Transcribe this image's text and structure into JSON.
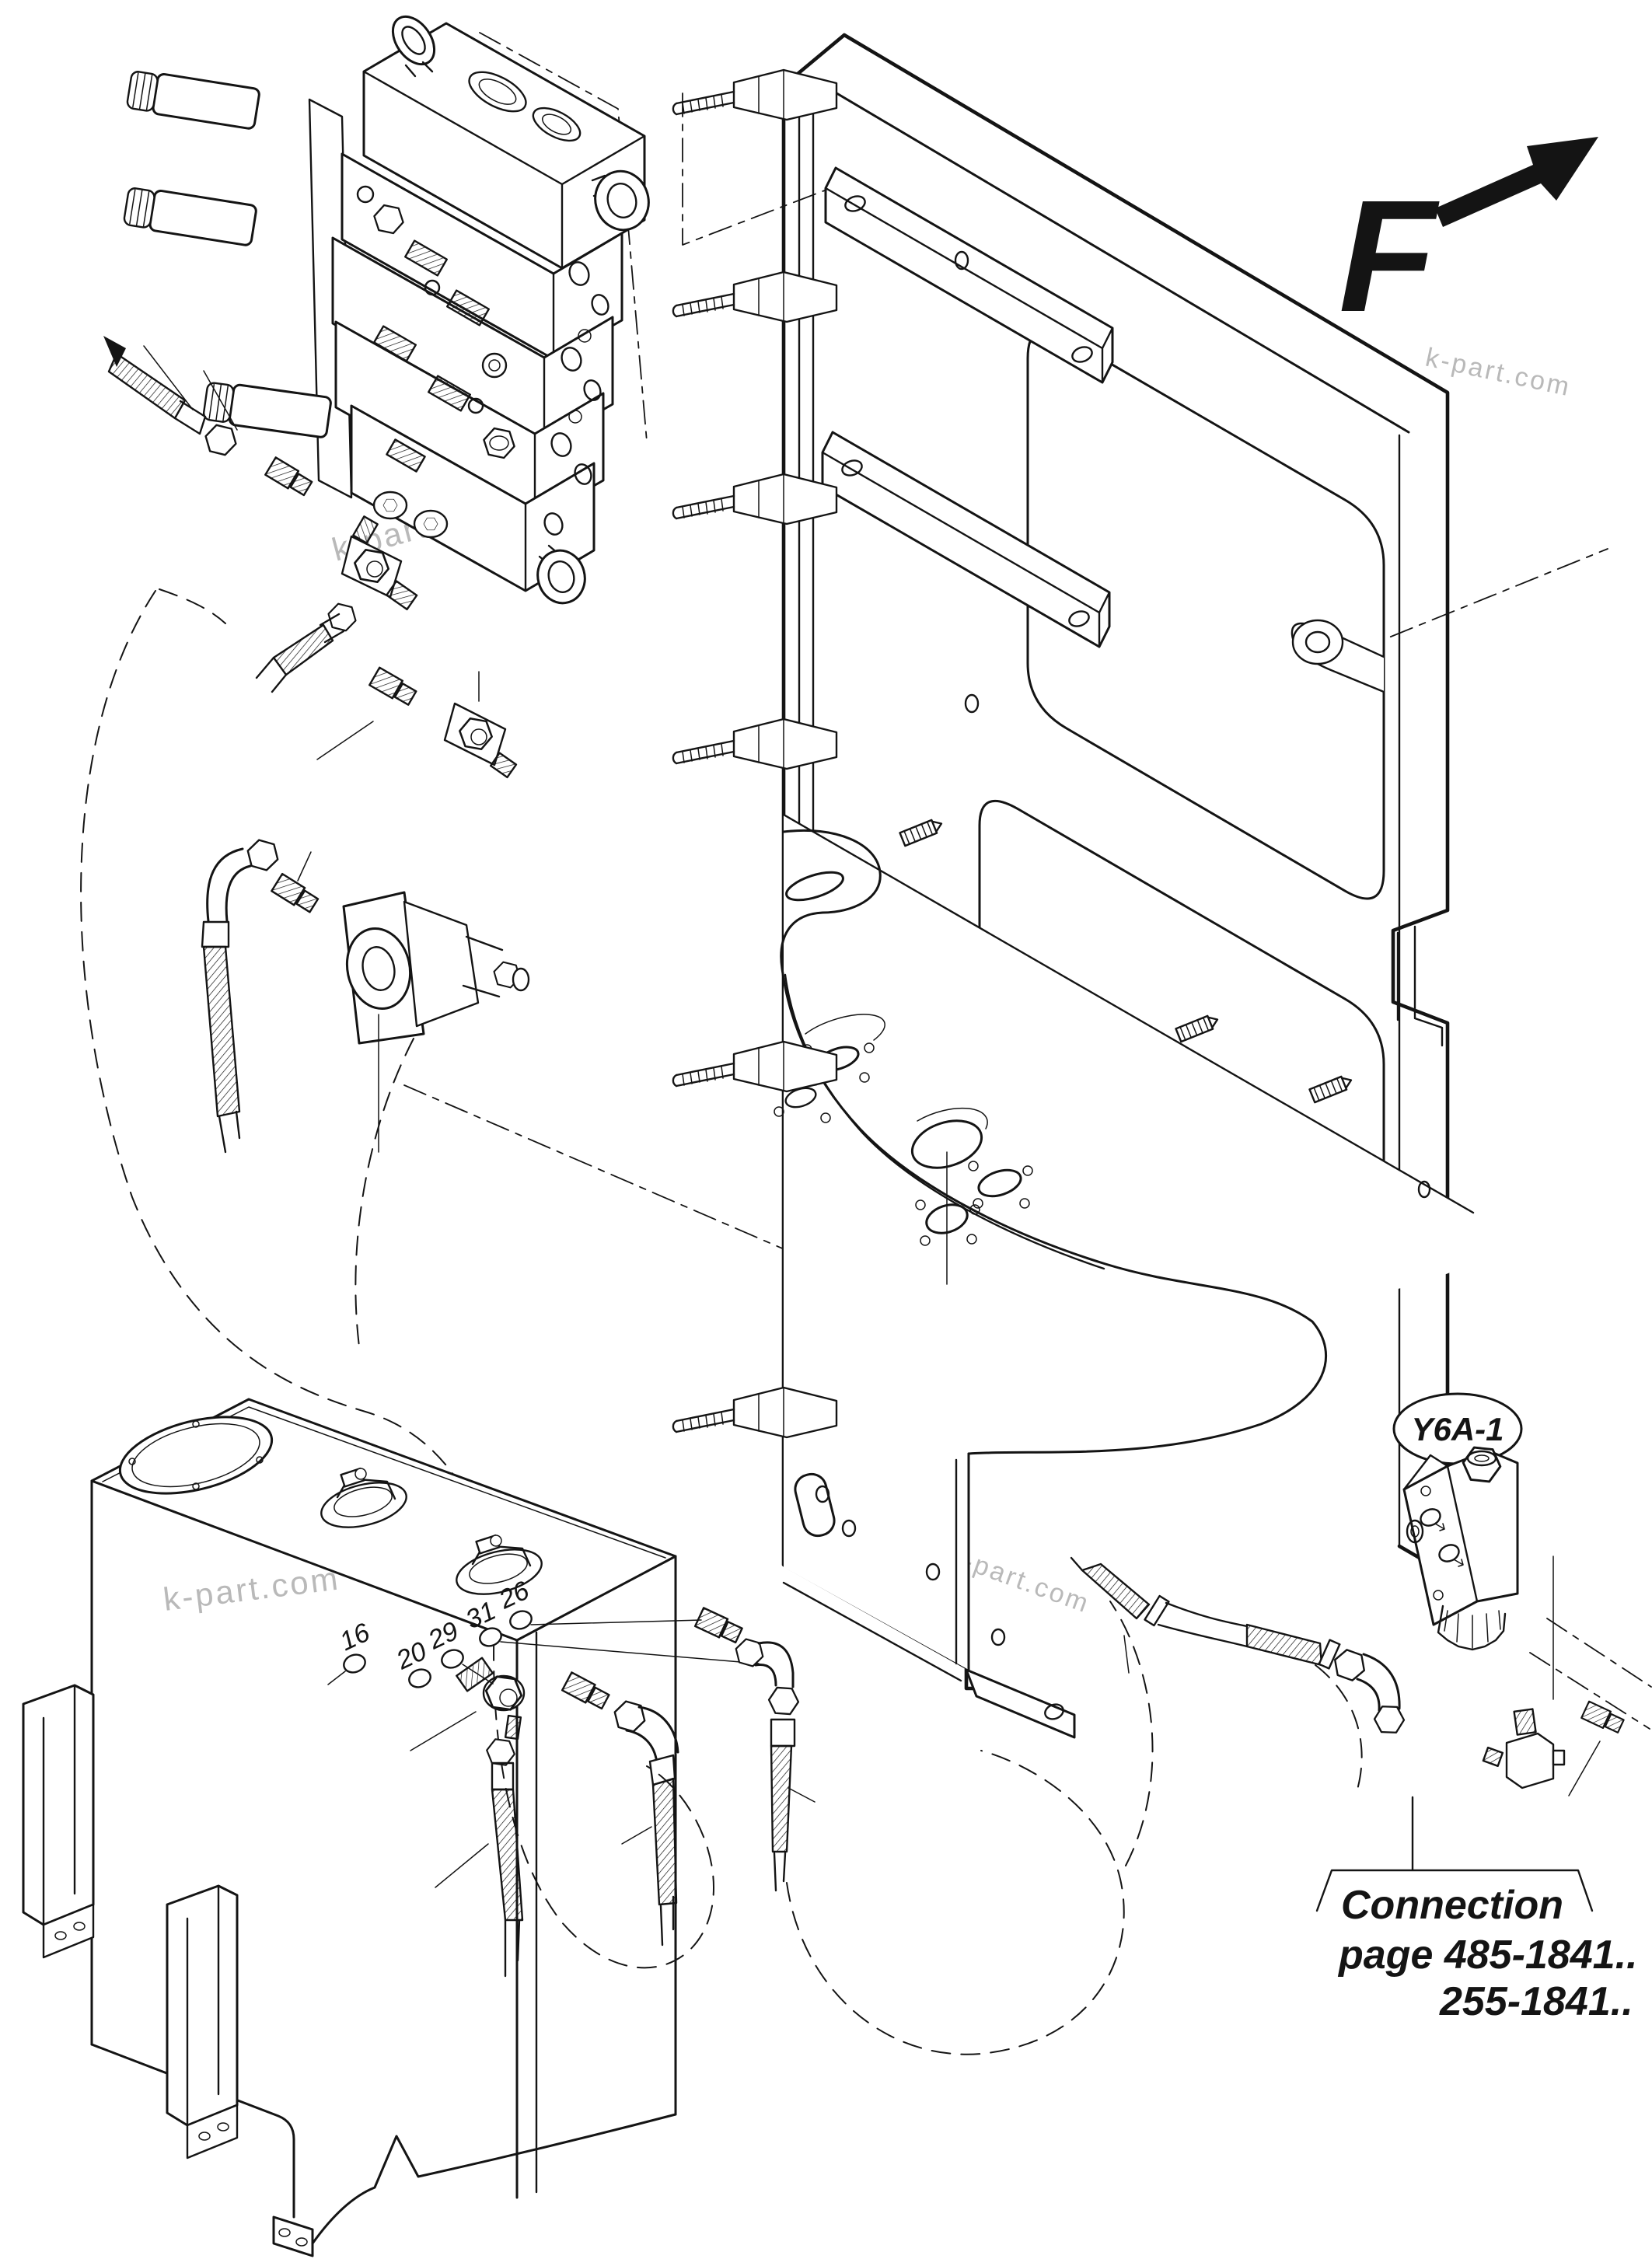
{
  "page": {
    "background": "#ffffff",
    "line_color": "#141414",
    "watermark_color": "#b9b9b9"
  },
  "direction_indicator": {
    "label": "F",
    "icon": "arrow-up-right"
  },
  "component_label": {
    "text": "Y6A-1"
  },
  "connection_note": {
    "line1": "Connection",
    "line2": "page 485-1841..",
    "line3": "255-1841.."
  },
  "callouts": [
    {
      "label": "16"
    },
    {
      "label": "20"
    },
    {
      "label": "29"
    },
    {
      "label": "31"
    },
    {
      "label": "26"
    }
  ],
  "watermark": {
    "text": "k-part.com"
  }
}
